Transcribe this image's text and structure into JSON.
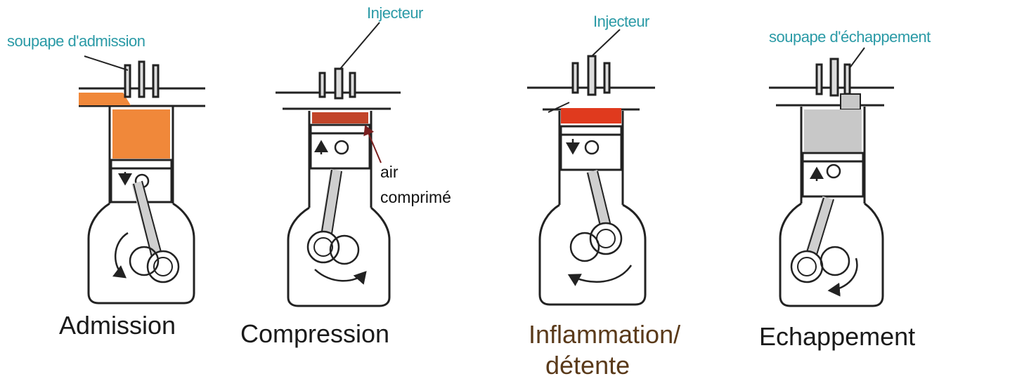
{
  "colors": {
    "label_teal": "#2a9aa6",
    "intake_mixture": "#f0883a",
    "compressed_air": "#c2452a",
    "combustion": "#e03a1e",
    "exhaust_gas": "#c8c8c8",
    "line": "#222222",
    "arrow_annotation": "#7a1f1f"
  },
  "stages": [
    {
      "caption": "Admission",
      "label": "soupape d'admission",
      "piston_direction": "down"
    },
    {
      "caption": "Compression",
      "label": "Injecteur",
      "annotation_1": "air",
      "annotation_2": "comprimé",
      "piston_direction": "up"
    },
    {
      "caption_1": "Inflammation/",
      "caption_2": "détente",
      "label": "Injecteur",
      "piston_direction": "down"
    },
    {
      "caption": "Echappement",
      "label": "soupape d'échappement",
      "piston_direction": "up"
    }
  ]
}
